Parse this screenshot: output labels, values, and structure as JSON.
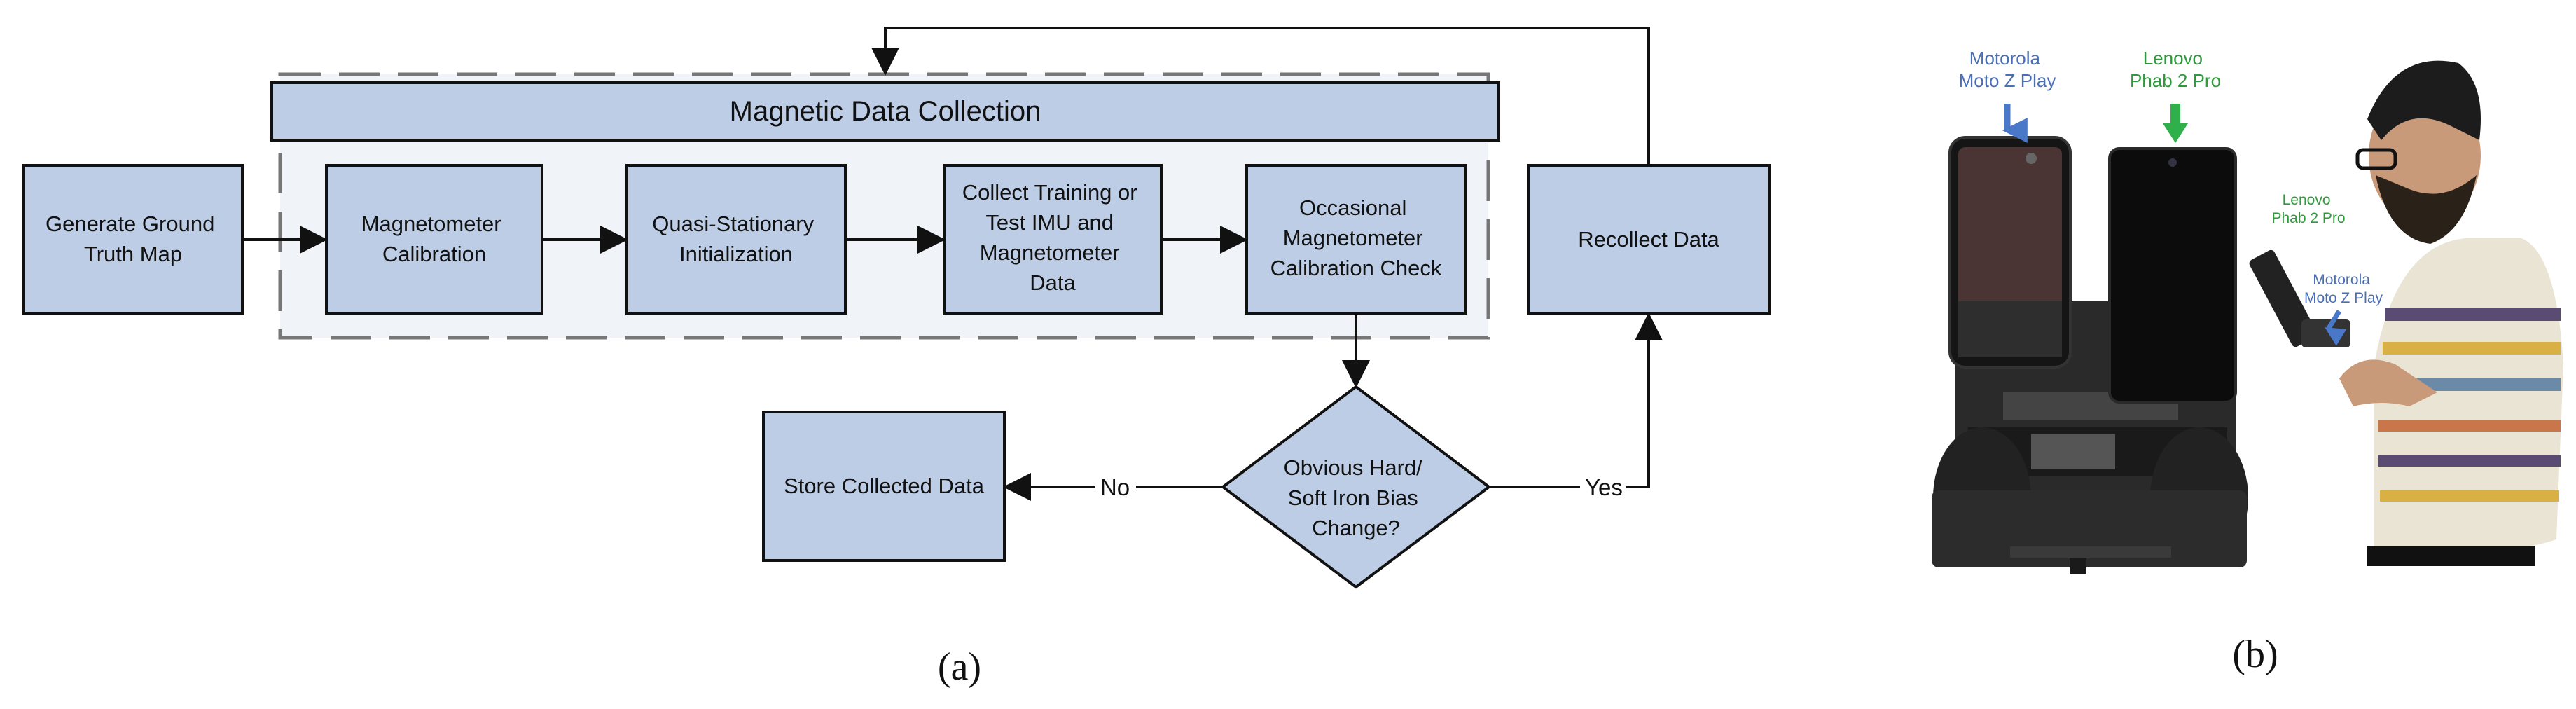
{
  "panel_a": {
    "group_title": "Magnetic Data Collection",
    "boxes": {
      "generate": [
        "Generate Ground",
        "Truth Map"
      ],
      "calibration": [
        "Magnetometer",
        "Calibration"
      ],
      "quasi": [
        "Quasi-Stationary",
        "Initialization"
      ],
      "collect": [
        "Collect Training or",
        "Test IMU and",
        "Magnetometer",
        "Data"
      ],
      "check": [
        "Occasional",
        "Magnetometer",
        "Calibration Check"
      ],
      "recollect": [
        "Recollect Data"
      ],
      "store": [
        "Store Collected Data"
      ]
    },
    "decision": [
      "Obvious Hard/",
      "Soft Iron Bias",
      "Change?"
    ],
    "edge_no": "No",
    "edge_yes": "Yes",
    "caption": "(a)"
  },
  "panel_b": {
    "labels": {
      "moto_vehicle": [
        "Motorola",
        "Moto Z Play"
      ],
      "lenovo_vehicle": [
        "Lenovo",
        "Phab 2 Pro"
      ],
      "lenovo_person": [
        "Lenovo",
        "Phab 2 Pro"
      ],
      "moto_person": [
        "Motorola",
        "Moto Z Play"
      ]
    },
    "caption": "(b)"
  },
  "colors": {
    "box_fill": "#bccde5",
    "group_fill": "#f0f3f8",
    "motorola_label": "#4a6fb5",
    "lenovo_label": "#2f9a3c",
    "blue_arrow": "#4a78c8",
    "green_arrow": "#2fb04a"
  }
}
